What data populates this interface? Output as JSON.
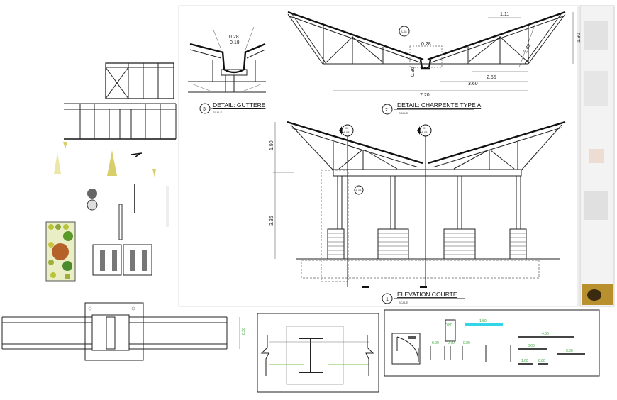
{
  "detail_3": {
    "number": "3",
    "title": "DETAIL: GUTTERE",
    "scale": "SCALE",
    "dim_width": "0.28",
    "dim_inner": "0.18"
  },
  "detail_2": {
    "number": "2",
    "title": "DETAIL: CHARPENTE TYPE A",
    "scale": "SCALE",
    "callout": "A-08",
    "dims": {
      "top": "1.11",
      "slope": "2.62",
      "height": "1.90",
      "gutter": "0.28",
      "drop": "0.36",
      "half_a": "2.55",
      "half_b": "3.60",
      "total": "7.20"
    }
  },
  "elevation": {
    "number": "1",
    "title": "ELEVATION COURTE",
    "scale": "SCALE",
    "section_a": {
      "num": "02",
      "sheet": "A-08"
    },
    "section_b": {
      "num": "01",
      "sheet": "A-08"
    },
    "callout": "A-08",
    "dims": {
      "roof": "1.90",
      "wall": "3.36"
    }
  },
  "door_legend": {
    "dims": [
      "0.90",
      "0.80",
      "0.70",
      "1.80",
      "0.80",
      "4.00",
      "3.00",
      "3.00",
      "1.00",
      "0.80"
    ]
  },
  "colors": {
    "line": "#222222",
    "dims_green": "#3aa63a",
    "cyan_bar": "#33d6e8",
    "light_cone": "#d8cf6a"
  }
}
